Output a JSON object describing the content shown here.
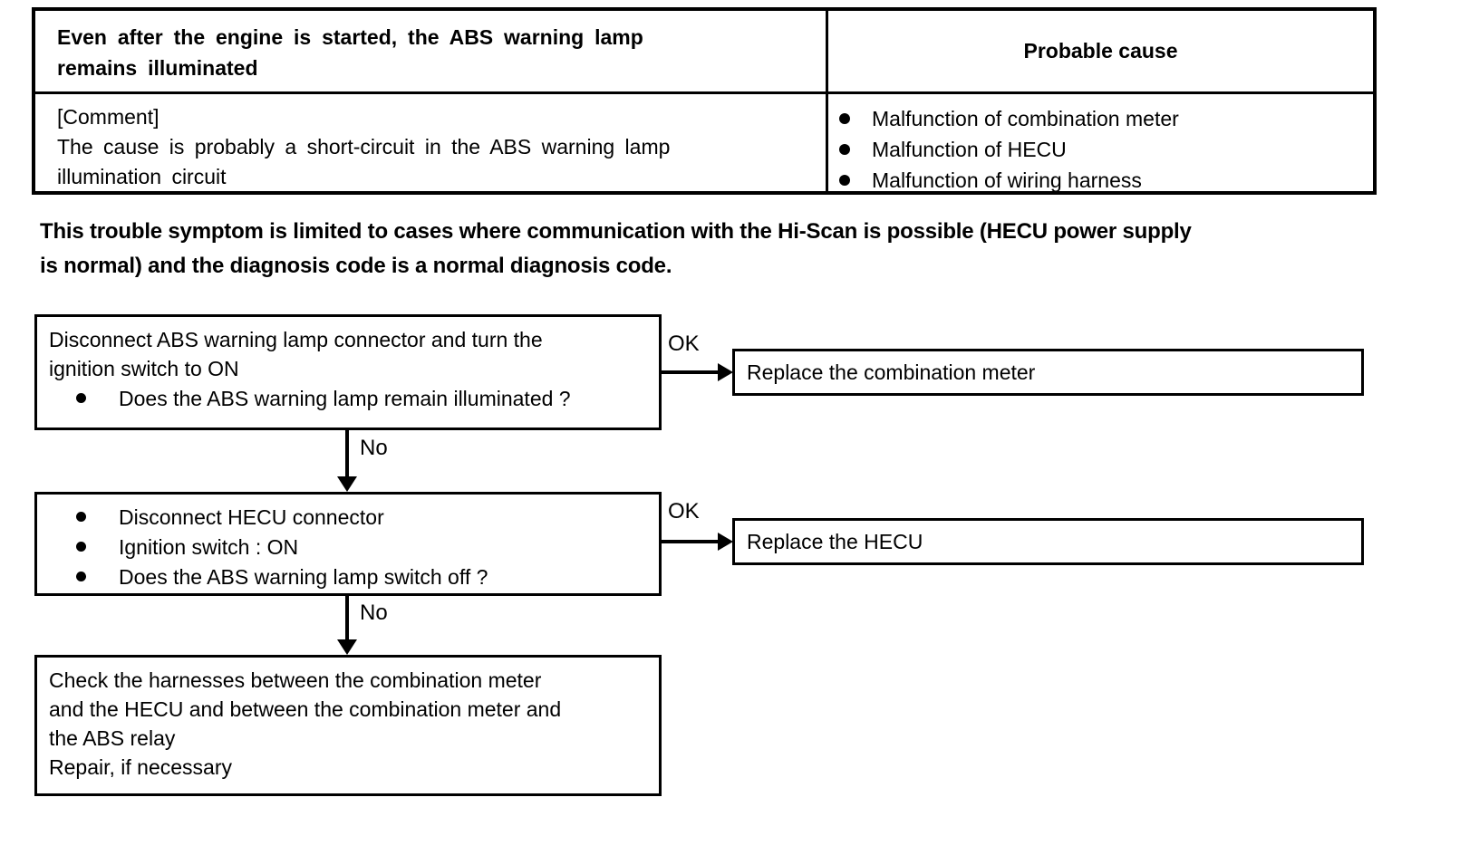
{
  "table": {
    "symptom_lines": [
      "Even after the engine is started, the ABS warning lamp",
      "remains illuminated"
    ],
    "probable_cause_header": "Probable cause",
    "comment_lines": [
      "[Comment]",
      "The cause is probably a short-circuit in the ABS warning lamp",
      "illumination circuit"
    ],
    "causes": [
      "Malfunction of combination meter",
      "Malfunction of HECU",
      "Malfunction of wiring harness"
    ]
  },
  "note_lines": [
    "This trouble symptom is limited to cases where communication with the Hi-Scan is possible (HECU power supply",
    "is normal) and the diagnosis code is a normal diagnosis code."
  ],
  "flowchart": {
    "step1": {
      "text_lines": [
        "Disconnect ABS warning lamp connector and turn the",
        "ignition switch to ON"
      ],
      "bullets": [
        "Does the ABS warning lamp remain illuminated ?"
      ],
      "ok_label": "OK",
      "no_label": "No",
      "result": "Replace the combination meter"
    },
    "step2": {
      "bullets": [
        "Disconnect HECU connector",
        "Ignition switch : ON",
        "Does the ABS warning lamp switch off ?"
      ],
      "ok_label": "OK",
      "no_label": "No",
      "result": "Replace the HECU"
    },
    "step3": {
      "text_lines": [
        "Check the harnesses between the combination meter",
        "and the HECU and between the combination meter and",
        "the ABS relay",
        "Repair, if necessary"
      ]
    }
  }
}
